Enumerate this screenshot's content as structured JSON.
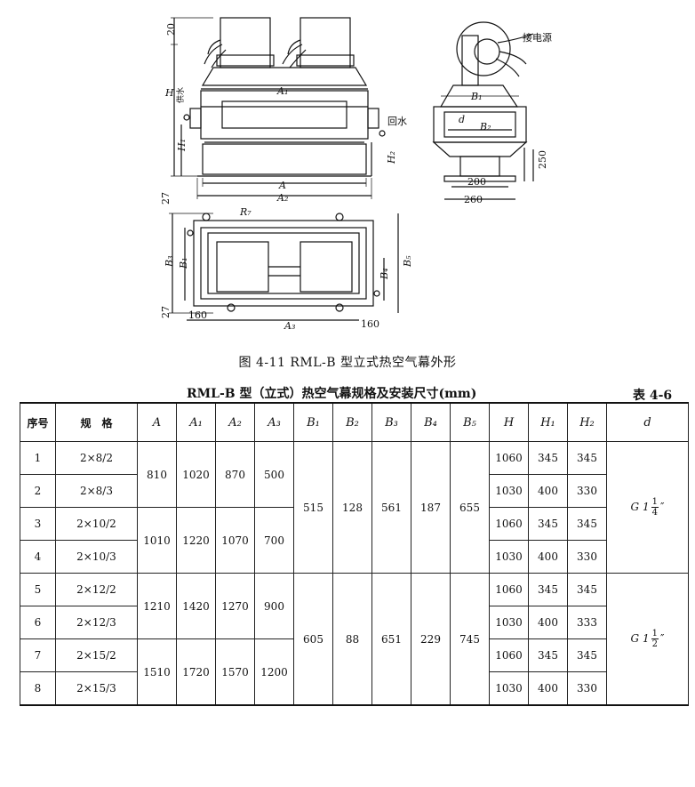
{
  "figure": {
    "caption": "图 4-11   RML-B 型立式热空气幕外形",
    "labels": {
      "dim_20": "20",
      "H": "H",
      "gong_shui": "供水",
      "A1": "A₁",
      "hui_shui": "回水",
      "H1": "H₁",
      "H2": "H₂",
      "A": "A",
      "A2": "A₂",
      "jie_dian_yuan": "接电源",
      "B1": "B₁",
      "B2": "B₂",
      "d": "d",
      "dim_250": "250",
      "dim_200": "200",
      "dim_260": "260",
      "dim_27_top": "27",
      "R7": "R₇",
      "B3": "B₃",
      "B4": "B₄",
      "B5": "B₅",
      "dim_27_bottom": "27",
      "dim_160_left": "160",
      "A3": "A₃",
      "dim_160_right": "160"
    }
  },
  "table": {
    "title": "RML-B 型（立式）热空气幕规格及安装尺寸(mm)",
    "number": "表 4-6",
    "headers": [
      "序号",
      "规　格",
      "A",
      "A₁",
      "A₂",
      "A₃",
      "B₁",
      "B₂",
      "B₃",
      "B₄",
      "B₅",
      "H",
      "H₁",
      "H₂",
      "d"
    ],
    "rows": [
      {
        "no": "1",
        "spec": "2×8/2",
        "H": "1060",
        "H1": "345",
        "H2": "345"
      },
      {
        "no": "2",
        "spec": "2×8/3",
        "H": "1030",
        "H1": "400",
        "H2": "330"
      },
      {
        "no": "3",
        "spec": "2×10/2",
        "H": "1060",
        "H1": "345",
        "H2": "345"
      },
      {
        "no": "4",
        "spec": "2×10/3",
        "H": "1030",
        "H1": "400",
        "H2": "330"
      },
      {
        "no": "5",
        "spec": "2×12/2",
        "H": "1060",
        "H1": "345",
        "H2": "345"
      },
      {
        "no": "6",
        "spec": "2×12/3",
        "H": "1030",
        "H1": "400",
        "H2": "333"
      },
      {
        "no": "7",
        "spec": "2×15/2",
        "H": "1060",
        "H1": "345",
        "H2": "345"
      },
      {
        "no": "8",
        "spec": "2×15/3",
        "H": "1030",
        "H1": "400",
        "H2": "330"
      }
    ],
    "groups_A": [
      {
        "A": "810",
        "A1": "1020",
        "A2": "870",
        "A3": "500"
      },
      {
        "A": "1010",
        "A1": "1220",
        "A2": "1070",
        "A3": "700"
      },
      {
        "A": "1210",
        "A1": "1420",
        "A2": "1270",
        "A3": "900"
      },
      {
        "A": "1510",
        "A1": "1720",
        "A2": "1570",
        "A3": "1200"
      }
    ],
    "groups_B": [
      {
        "B1": "515",
        "B2": "128",
        "B3": "561",
        "B4": "187",
        "B5": "655",
        "d_prefix": "G 1",
        "d_num": "1",
        "d_den": "4",
        "d_suffix": "″"
      },
      {
        "B1": "605",
        "B2": "88",
        "B3": "651",
        "B4": "229",
        "B5": "745",
        "d_prefix": "G 1",
        "d_num": "1",
        "d_den": "2",
        "d_suffix": "″"
      }
    ]
  }
}
